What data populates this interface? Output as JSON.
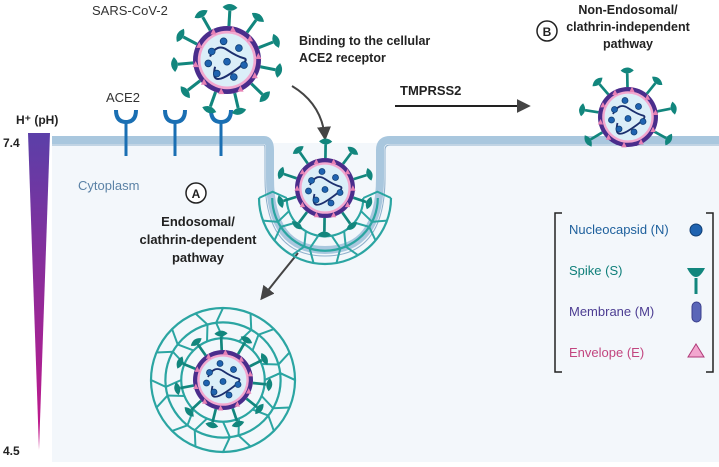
{
  "labels": {
    "virus_name": "SARS-CoV-2",
    "binding": [
      "Binding to the cellular",
      "ACE2 receptor"
    ],
    "receptor": "ACE2",
    "enzyme": "TMPRSS2",
    "compartment": "Cytoplasm",
    "ph_axis_title": "H⁺ (pH)",
    "ph_top": "7.4",
    "ph_bottom": "4.5",
    "pathway_a_marker": "A",
    "pathway_a": [
      "Endosomal/",
      "clathrin-dependent",
      "pathway"
    ],
    "pathway_b_marker": "B",
    "pathway_b": [
      "Non-Endosomal/",
      "clathrin-independent",
      "pathway"
    ]
  },
  "legend": [
    {
      "label": "Nucleocapsid (N)",
      "color": "#1d5f9c",
      "icon": "nucleocapsid-icon"
    },
    {
      "label": "Spike (S)",
      "color": "#0f7f7a",
      "icon": "spike-icon"
    },
    {
      "label": "Membrane (M)",
      "color": "#4c3d92",
      "icon": "membrane-icon"
    },
    {
      "label": "Envelope (E)",
      "color": "#c2457f",
      "icon": "envelope-icon"
    }
  ],
  "colors": {
    "spike": "#12867d",
    "membrane_outer": "#4a2d8c",
    "envelope": "#f2a7cf",
    "nucleocapsid": "#1f63b0",
    "clathrin": "#2ba5a2",
    "cell_membrane": "#a9c7de",
    "cytoplasm": "#f3f7fb",
    "ph_top": "#5b3fa8",
    "ph_bottom": "#c6168a"
  }
}
